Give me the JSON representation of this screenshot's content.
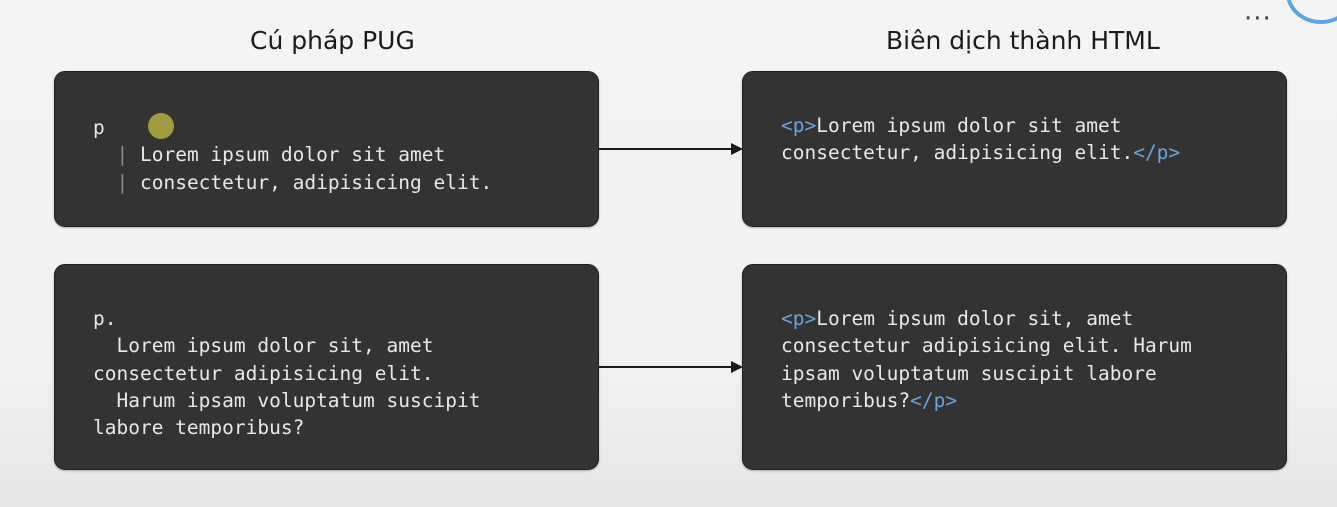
{
  "headings": {
    "left": "Cú pháp PUG",
    "right": "Biên dịch thành HTML"
  },
  "menu_icon": "more-horizontal-icon",
  "examples": [
    {
      "pug": {
        "tag": "p",
        "lines": [
          "Lorem ipsum dolor sit amet",
          "consectetur, adipisicing elit."
        ]
      },
      "html": {
        "open": "<p>",
        "lines": [
          "Lorem ipsum dolor sit amet",
          "consectetur, adipisicing elit."
        ],
        "close": "</p>"
      }
    },
    {
      "pug": {
        "tag": "p.",
        "lines": [
          "  Lorem ipsum dolor sit, amet",
          "consectetur adipisicing elit.",
          "  Harum ipsam voluptatum suscipit",
          "labore temporibus?"
        ]
      },
      "html": {
        "open": "<p>",
        "lines": [
          "Lorem ipsum dolor sit, amet",
          "consectetur adipisicing elit. Harum",
          "ipsam voluptatum suscipit labore",
          "temporibus?"
        ],
        "close": "</p>"
      }
    }
  ],
  "colors": {
    "box_bg": "#333333",
    "code_text": "#e8e8e8",
    "tag": "#6aa3df",
    "pipe": "#8a8a8a"
  }
}
